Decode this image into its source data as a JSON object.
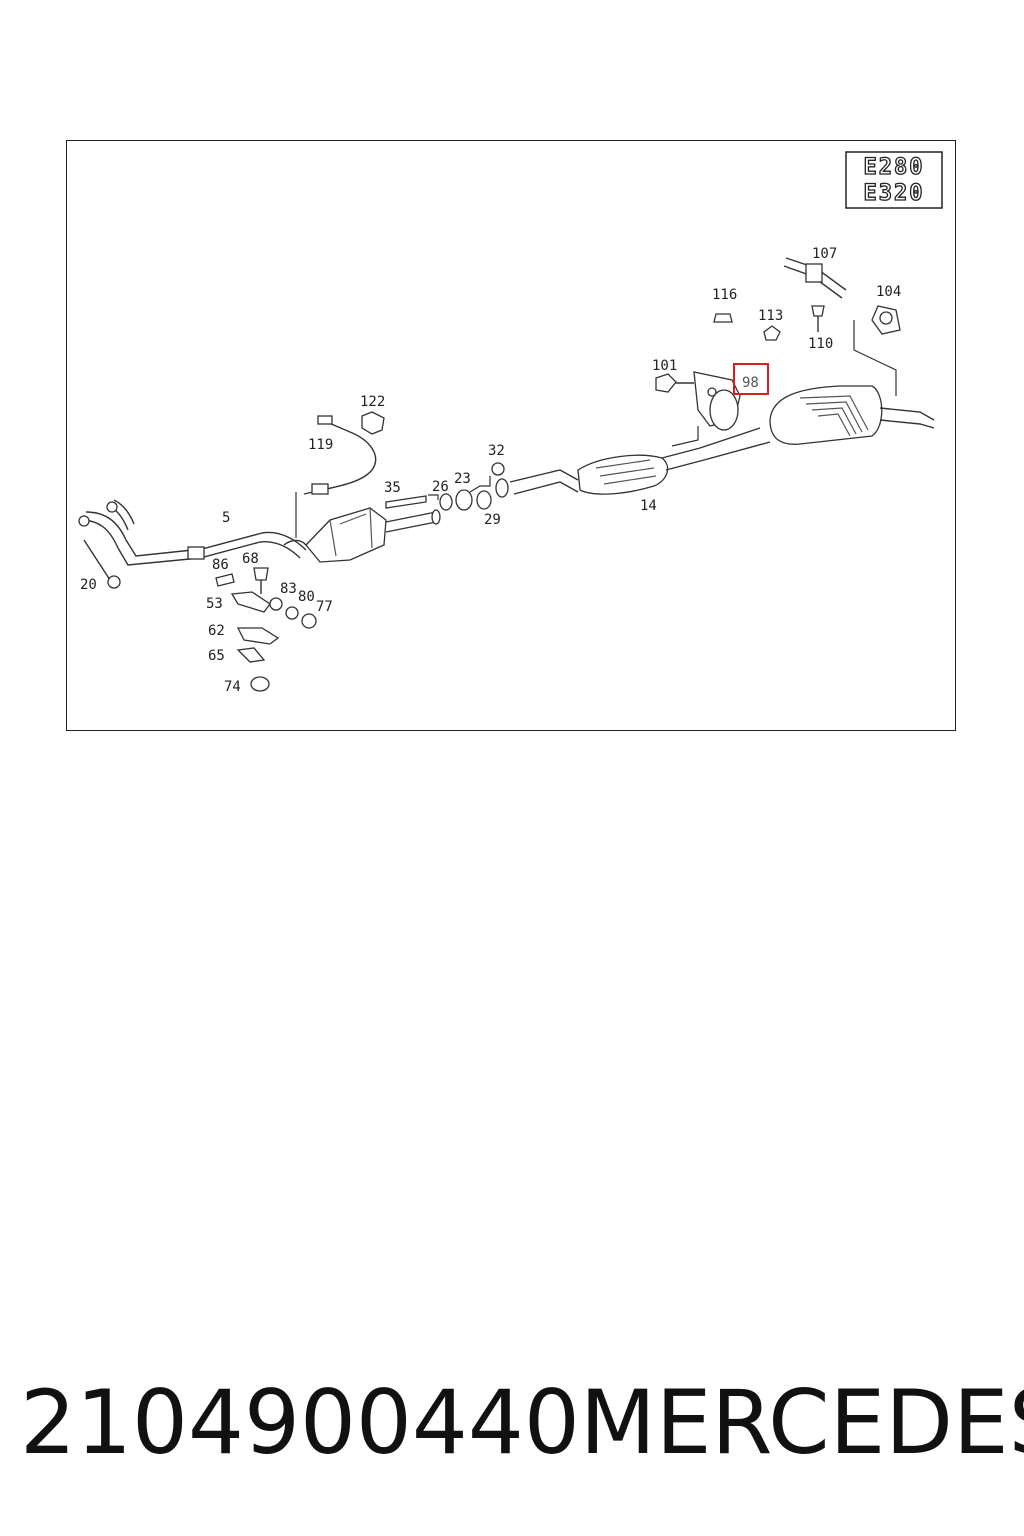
{
  "diagram": {
    "model_badges": [
      "E280",
      "E320"
    ],
    "highlighted_part": "98",
    "highlight_color": "#d62020",
    "callouts": [
      "107",
      "116",
      "113",
      "104",
      "110",
      "101",
      "98",
      "122",
      "119",
      "32",
      "35",
      "26",
      "23",
      "29",
      "14",
      "5",
      "86",
      "68",
      "83",
      "80",
      "77",
      "53",
      "62",
      "65",
      "74",
      "20"
    ]
  },
  "caption": {
    "part_number": "2104900440",
    "brand": "MERCEDES"
  }
}
